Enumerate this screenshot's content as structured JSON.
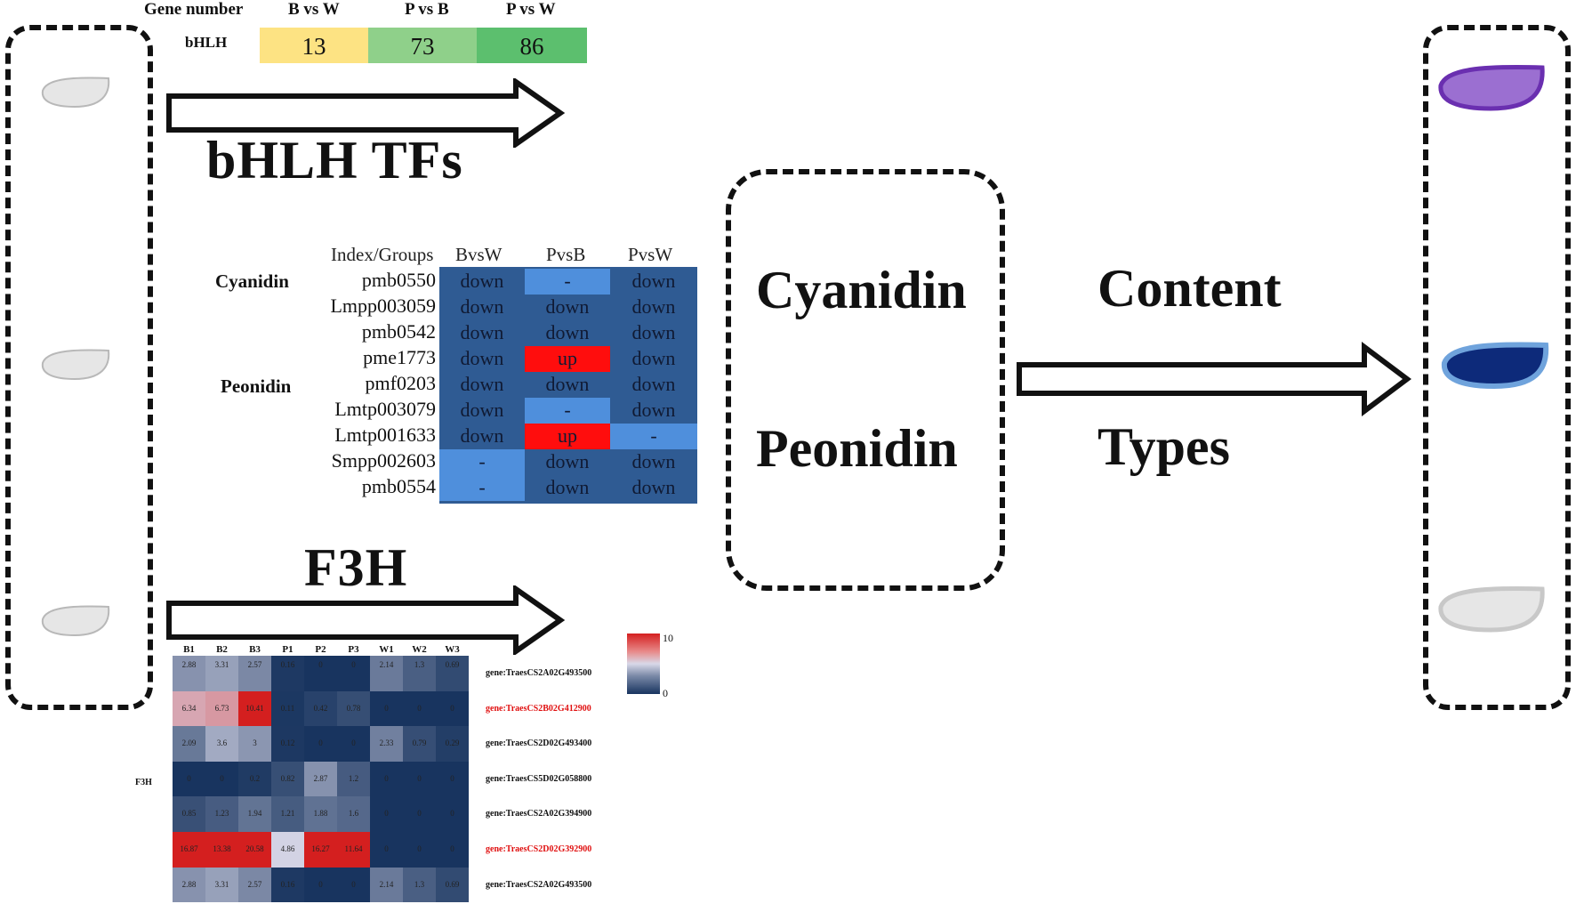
{
  "gene_number": {
    "header": "Gene number",
    "columns": [
      "B vs W",
      "P vs B",
      "P vs W"
    ],
    "row_label": "bHLH",
    "values": [
      "13",
      "73",
      "86"
    ],
    "colors": [
      "#fde383",
      "#8fd08a",
      "#5cbf6e"
    ]
  },
  "labels": {
    "bhlh_tfs": "bHLH TFs",
    "f3h": "F3H",
    "cyanidin": "Cyanidin",
    "peonidin": "Peonidin",
    "content": "Content",
    "types": "Types"
  },
  "metabolite_table": {
    "header_index": "Index/Groups",
    "columns": [
      "BvsW",
      "PvsB",
      "PvsW"
    ],
    "group_labels": [
      "Cyanidin",
      "Peonidin"
    ],
    "rows": [
      {
        "id": "pmb0550",
        "values": [
          "down",
          "-",
          "down"
        ]
      },
      {
        "id": "Lmpp003059",
        "values": [
          "down",
          "down",
          "down"
        ]
      },
      {
        "id": "pmb0542",
        "values": [
          "down",
          "down",
          "down"
        ]
      },
      {
        "id": "pme1773",
        "values": [
          "down",
          "up",
          "down"
        ]
      },
      {
        "id": "pmf0203",
        "values": [
          "down",
          "down",
          "down"
        ]
      },
      {
        "id": "Lmtp003079",
        "values": [
          "down",
          "-",
          "down"
        ]
      },
      {
        "id": "Lmtp001633",
        "values": [
          "down",
          "up",
          "-"
        ]
      },
      {
        "id": "Smpp002603",
        "values": [
          "-",
          "down",
          "down"
        ]
      },
      {
        "id": "pmb0554",
        "values": [
          "-",
          "down",
          "down"
        ]
      }
    ],
    "colors": {
      "down": "#2f5b93",
      "up": "#ff0d0d",
      "-": "#4f8fdc"
    }
  },
  "heatmap": {
    "columns": [
      "B1",
      "B2",
      "B3",
      "P1",
      "P2",
      "P3",
      "W1",
      "W2",
      "W3"
    ],
    "row_group": "F3H",
    "legend_max": "10",
    "legend_min": "0",
    "rows": [
      {
        "gene": "gene:TraesCS2A02G493500",
        "highlight": false,
        "values": [
          "2.88",
          "3.31",
          "2.57",
          "0.16",
          "0",
          "0",
          "2.14",
          "1.3",
          "0.69"
        ]
      },
      {
        "gene": "gene:TraesCS2B02G412900",
        "highlight": true,
        "values": [
          "6.34",
          "6.73",
          "10.41",
          "0.11",
          "0.42",
          "0.78",
          "0",
          "0",
          "0"
        ]
      },
      {
        "gene": "gene:TraesCS2D02G493400",
        "highlight": false,
        "values": [
          "2.09",
          "3.6",
          "3",
          "0.12",
          "0",
          "0",
          "2.33",
          "0.79",
          "0.29"
        ]
      },
      {
        "gene": "gene:TraesCS5D02G058800",
        "highlight": false,
        "values": [
          "0",
          "0",
          "0.2",
          "0.82",
          "2.87",
          "1.2",
          "0",
          "0",
          "0"
        ]
      },
      {
        "gene": "gene:TraesCS2A02G394900",
        "highlight": false,
        "values": [
          "0.85",
          "1.23",
          "1.94",
          "1.21",
          "1.88",
          "1.6",
          "0",
          "0",
          "0"
        ]
      },
      {
        "gene": "gene:TraesCS2D02G392900",
        "highlight": true,
        "values": [
          "16.87",
          "13.38",
          "20.58",
          "4.86",
          "16.27",
          "11.64",
          "0",
          "0",
          "0"
        ]
      },
      {
        "gene": "gene:TraesCS2A02G493500",
        "highlight": false,
        "values": [
          "2.88",
          "3.31",
          "2.57",
          "0.16",
          "0",
          "0",
          "2.14",
          "1.3",
          "0.69"
        ]
      }
    ]
  },
  "seeds": {
    "left_colors": [
      "#e6e6e6",
      "#e6e6e6",
      "#e6e6e6"
    ],
    "right_colors": [
      "#9b6fd1",
      "#0d2a7a",
      "#e6e6e6"
    ],
    "right_outlines": [
      "#6a2fb0",
      "#6fa3dc",
      "#c8c8c8"
    ]
  }
}
